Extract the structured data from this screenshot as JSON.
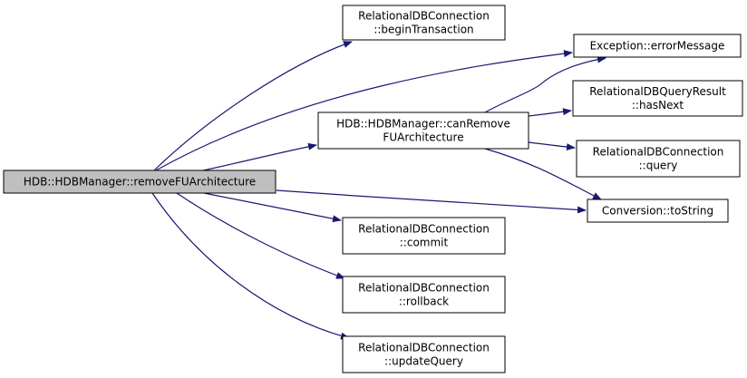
{
  "graph": {
    "colors": {
      "edge": "#191970",
      "root_fill": "#bfbfbf",
      "node_fill": "#ffffff",
      "border": "#000000"
    },
    "nodes": [
      {
        "id": "root",
        "lines": [
          "HDB::HDBManager::removeFUArchitecture"
        ],
        "root": true
      },
      {
        "id": "beginTransaction",
        "lines": [
          "RelationalDBConnection",
          "::beginTransaction"
        ]
      },
      {
        "id": "errorMessage",
        "lines": [
          "Exception::errorMessage"
        ]
      },
      {
        "id": "canRemove",
        "lines": [
          "HDB::HDBManager::canRemove",
          "FUArchitecture"
        ]
      },
      {
        "id": "hasNext",
        "lines": [
          "RelationalDBQueryResult",
          "::hasNext"
        ]
      },
      {
        "id": "query",
        "lines": [
          "RelationalDBConnection",
          "::query"
        ]
      },
      {
        "id": "toString",
        "lines": [
          "Conversion::toString"
        ]
      },
      {
        "id": "commit",
        "lines": [
          "RelationalDBConnection",
          "::commit"
        ]
      },
      {
        "id": "rollback",
        "lines": [
          "RelationalDBConnection",
          "::rollback"
        ]
      },
      {
        "id": "updateQuery",
        "lines": [
          "RelationalDBConnection",
          "::updateQuery"
        ]
      }
    ],
    "edges": [
      [
        "root",
        "beginTransaction"
      ],
      [
        "root",
        "errorMessage"
      ],
      [
        "root",
        "canRemove"
      ],
      [
        "root",
        "toString"
      ],
      [
        "root",
        "commit"
      ],
      [
        "root",
        "rollback"
      ],
      [
        "root",
        "updateQuery"
      ],
      [
        "canRemove",
        "errorMessage"
      ],
      [
        "canRemove",
        "hasNext"
      ],
      [
        "canRemove",
        "query"
      ],
      [
        "canRemove",
        "toString"
      ]
    ]
  }
}
